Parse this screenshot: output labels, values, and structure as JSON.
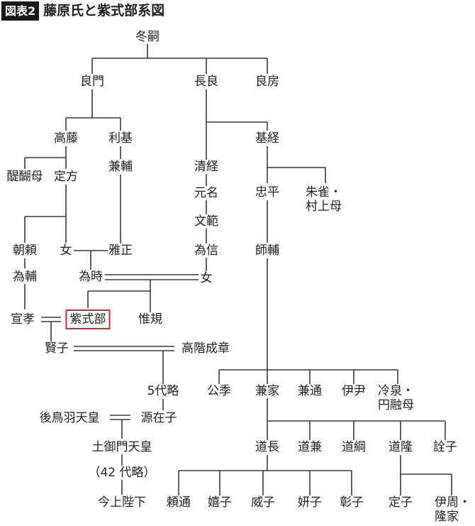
{
  "header": {
    "badge": "図表2",
    "title": "藤原氏と紫式部系図"
  },
  "accent_color": "#cc2a36",
  "people": {
    "fuyutsugu": "冬嗣",
    "yoshikado": "良門",
    "nagara": "長良",
    "yoshifusa": "良房",
    "takafuji": "高藤",
    "toshimoto": "利基",
    "mototsune": "基経",
    "daigobo": "醍醐母",
    "sadakata": "定方",
    "kanesuke": "兼輔",
    "kiyotsune": "清経",
    "motona": "元名",
    "fumonori": "文範",
    "tameno": "為信",
    "tadahira": "忠平",
    "suzakubo": "朱雀・\n村上母",
    "asayori": "朝頼",
    "onna1": "女",
    "masatada": "雅正",
    "morosuke": "師輔",
    "tamesuke": "為輔",
    "tametoki": "為時",
    "onna2": "女",
    "nobutaka": "宣孝",
    "murasaki": "紫式部",
    "nobunori": "惟規",
    "kenshi": "賢子",
    "takashina": "高階成章",
    "go_dai": "5代略",
    "kinsue": "公季",
    "kaneie": "兼家",
    "kanemichi": "兼通",
    "koretada": "伊尹",
    "reizeibo": "冷泉・\n円融母",
    "gotoba": "後鳥羽天皇",
    "minamoto": "源在子",
    "tsuchimikado": "土御門天皇",
    "michinaga": "道長",
    "michikane": "道兼",
    "michitsuna": "道綱",
    "michitaka": "道隆",
    "senshi": "詮子",
    "yon_dai": "（42 代略）",
    "kinjo": "今上陛下",
    "yorimichi": "頼通",
    "kishi": "嬉子",
    "ishi": "威子",
    "kenshi2": "妍子",
    "shoshi": "彰子",
    "teishi": "定子",
    "korechika": "伊周・\n隆家"
  }
}
